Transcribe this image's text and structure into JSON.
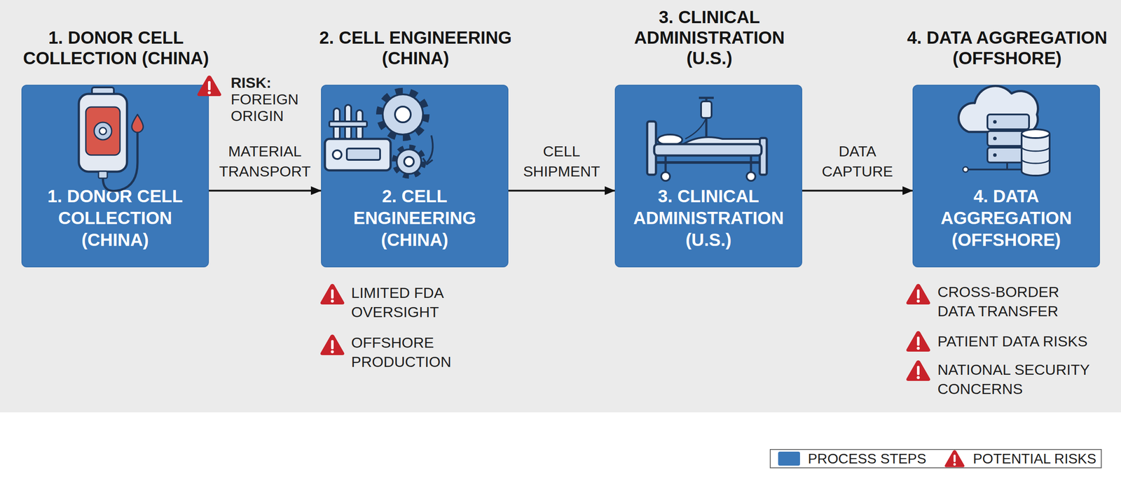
{
  "diagram": {
    "nodes": [
      {
        "text": [
          "1. DONOR CELL COLLECTION (CHINA)",
          "1. DONOR CELL COLLECTION (CHINA)"
        ]
      },
      {
        "text": [
          "2. CELL ENGINEERING (CHINA)",
          "2. CELL ENGINEERING (CHINA)"
        ]
      },
      {
        "text": [
          "3. CLINICAL ADMINISTRATION (U.S.)",
          "3. CLINICAL ADMINISTRATION (U.S.)"
        ]
      },
      {
        "text": [
          "4. DATA AGGREGATION (OFFSHORE)",
          "4. DATA AGGREGATION (OFFSHORE)"
        ]
      }
    ],
    "edges": [
      {
        "from": 0,
        "to": 1,
        "label": "MATERIAL TRANSPORT",
        "arrow": "to"
      },
      {
        "from": 1,
        "to": 2,
        "label": "CELL SHIPMENT",
        "arrow": "to"
      },
      {
        "from": 2,
        "to": 3,
        "label": "DATA CAPTURE",
        "arrow": "to"
      }
    ],
    "labels": [
      "RISK:",
      "FOREIGN ORIGIN",
      "LIMITED FDA OVERSIGHT",
      "OFFSHORE PRODUCTION",
      "CROSS-BORDER DATA TRANSFER",
      "PATIENT DATA RISKS",
      "NATIONAL SECURITY CONCERNS"
    ],
    "legend": [
      {
        "text": "PROCESS STEPS",
        "color": "#3b78b9"
      },
      {
        "text": "POTENTIAL RISKS"
      }
    ]
  }
}
